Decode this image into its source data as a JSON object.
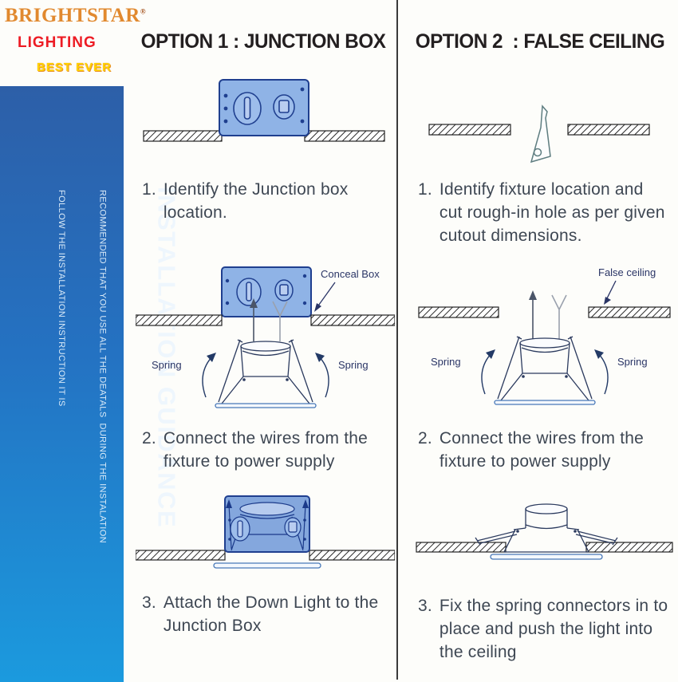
{
  "brand": {
    "name": "BRIGHTSTAR",
    "reg": "®",
    "line2": "LIGHTING",
    "tagline": "BEST EVER"
  },
  "sidebar": {
    "title": "INSTALLATION GUIDANCE",
    "note1": "FOLLOW THE INSTALLATION INSTRUCTION IT IS",
    "note2": "RECOMMENDED THAT YOU USE ALL THE DEATALS  DURING THE INSTALATION"
  },
  "option1": {
    "header": "OPTION 1 : JUNCTION BOX",
    "labels": {
      "conceal": "Conceal Box",
      "spring_l": "Spring",
      "spring_r": "Spring"
    },
    "steps": [
      {
        "num": "1.",
        "text": "Identify the Junction box location."
      },
      {
        "num": "2.",
        "text": "Connect the wires from the fixture to power supply"
      },
      {
        "num": "3.",
        "text": "Attach the Down Light to the Junction Box"
      }
    ]
  },
  "option2": {
    "header": "OPTION 2  : FALSE CEILING",
    "labels": {
      "false_ceiling": "False ceiling",
      "spring_l": "Spring",
      "spring_r": "Spring"
    },
    "steps": [
      {
        "num": "1.",
        "text": "Identify fixture location and cut rough-in hole as per given cutout dimensions."
      },
      {
        "num": "2.",
        "text": "Connect the wires from the fixture to power supply"
      },
      {
        "num": "3.",
        "text": "Fix the spring connectors in to place and push the light into the ceiling"
      }
    ]
  },
  "colors": {
    "sidebar_top": "#2d5fa8",
    "sidebar_bottom": "#1b9ade",
    "brand_orange": "#e1892f",
    "brand_red": "#ed1c24",
    "brand_yellow": "#ffd200",
    "box_fill": "#8fb3e6",
    "box_stroke": "#1f3f8f",
    "label_navy": "#2a3566"
  }
}
